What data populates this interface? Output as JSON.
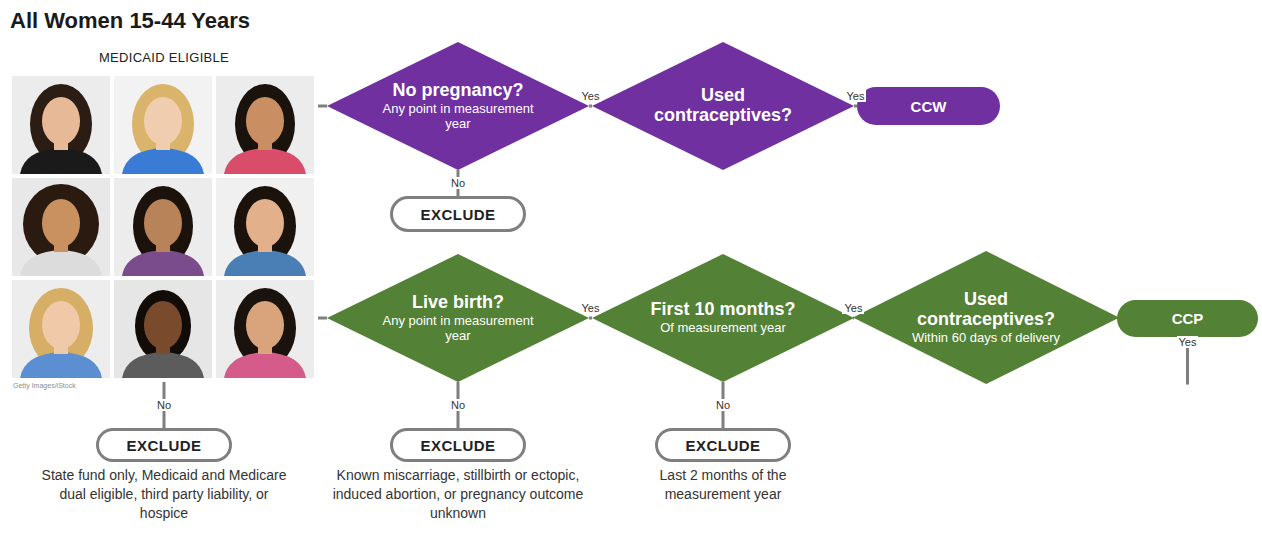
{
  "diagram": {
    "nodes": [
      {
        "text": [
          "All Women 15-44 Years",
          "MEDICAID ELIGIBLE"
        ]
      },
      {
        "text": [
          "No pregnancy?",
          "Any point in measurement year"
        ]
      },
      {
        "text": [
          "Used contraceptives?"
        ]
      },
      {
        "text": [
          "CCW"
        ]
      },
      {
        "text": [
          "EXCLUDE"
        ]
      },
      {
        "text": [
          "Live birth?",
          "Any point in measurement year"
        ]
      },
      {
        "text": [
          "First 10 months?",
          "Of measurement year"
        ]
      },
      {
        "text": [
          "Used contraceptives?",
          "Within 60 days of delivery"
        ]
      },
      {
        "text": [
          "CCP"
        ]
      },
      {
        "text": [
          "EXCLUDE",
          "State fund only, Medicaid and Medicare dual eligible, third party liability, or hospice"
        ]
      },
      {
        "text": [
          "EXCLUDE",
          "Known miscarriage, stillbirth or ectopic, induced abortion, or pregnancy outcome unknown"
        ]
      },
      {
        "text": [
          "EXCLUDE",
          "Last 2 months of the measurement year"
        ]
      }
    ],
    "edges": [
      {
        "from": 0,
        "to": 1,
        "arrow": "none"
      },
      {
        "from": 1,
        "to": 2,
        "label": "Yes",
        "arrow": "none"
      },
      {
        "from": 2,
        "to": 3,
        "label": "Yes",
        "arrow": "none"
      },
      {
        "from": 1,
        "to": 4,
        "label": "No",
        "arrow": "none"
      },
      {
        "from": 0,
        "to": 5,
        "arrow": "none"
      },
      {
        "from": 5,
        "to": 6,
        "label": "Yes",
        "arrow": "none"
      },
      {
        "from": 6,
        "to": 7,
        "label": "Yes",
        "arrow": "none"
      },
      {
        "from": 7,
        "to": 8,
        "label": "Yes",
        "arrow": "none"
      },
      {
        "from": 0,
        "to": 9,
        "label": "No",
        "arrow": "none"
      },
      {
        "from": 5,
        "to": 10,
        "label": "No",
        "arrow": "none"
      },
      {
        "from": 6,
        "to": 11,
        "label": "No",
        "arrow": "none"
      }
    ],
    "labels": [
      "Getty Images/iStock"
    ]
  }
}
